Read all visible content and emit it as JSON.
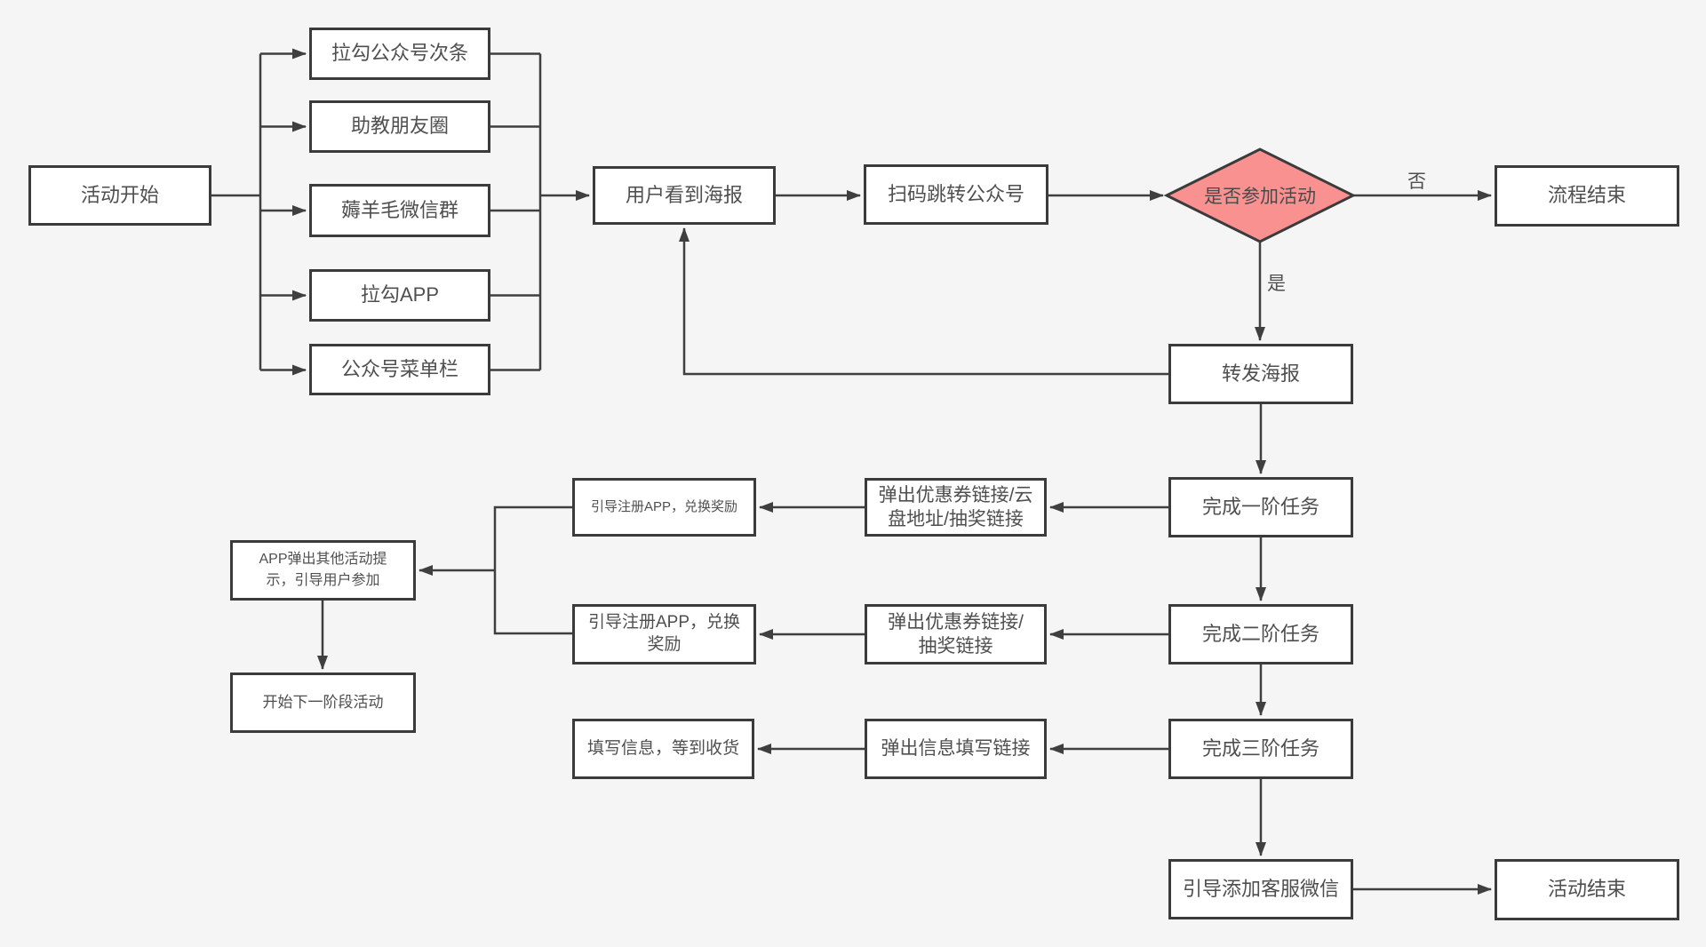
{
  "colors": {
    "background": "#f5f5f6",
    "node_fill": "#ffffff",
    "node_border": "#3b3b3b",
    "line": "#3f3f3f",
    "decision_fill": "#fa9191",
    "text": "#4f4f4f"
  },
  "nodes": {
    "start": {
      "label": "活动开始"
    },
    "src1": {
      "label": "拉勾公众号次条"
    },
    "src2": {
      "label": "助教朋友圈"
    },
    "src3": {
      "label": "薅羊毛微信群"
    },
    "src4": {
      "label": "拉勾APP"
    },
    "src5": {
      "label": "公众号菜单栏"
    },
    "poster": {
      "label": "用户看到海报"
    },
    "scan": {
      "label": "扫码跳转公众号"
    },
    "decision": {
      "label": "是否参加活动"
    },
    "end_flow": {
      "label": "流程结束"
    },
    "forward": {
      "label": "转发海报"
    },
    "task1": {
      "label": "完成一阶任务"
    },
    "task2": {
      "label": "完成二阶任务"
    },
    "task3": {
      "label": "完成三阶任务"
    },
    "coupon1": {
      "label": "弹出优惠券链接/云盘地址/抽奖链接"
    },
    "reward1": {
      "label": "引导注册APP，兑换奖励"
    },
    "coupon2": {
      "label": "弹出优惠券链接/抽奖链接"
    },
    "reward2": {
      "label": "引导注册APP，兑换奖励"
    },
    "infolink": {
      "label": "弹出信息填写链接"
    },
    "fillinfo": {
      "label": "填写信息，等到收货"
    },
    "appprompt": {
      "label": "APP弹出其他活动提示，引导用户参加"
    },
    "nextphase": {
      "label": "开始下一阶段活动"
    },
    "wechat": {
      "label": "引导添加客服微信"
    },
    "end_activity": {
      "label": "活动结束"
    }
  },
  "edge_labels": {
    "no": "否",
    "yes": "是"
  },
  "edges": [
    {
      "from": "start",
      "to": "src1"
    },
    {
      "from": "start",
      "to": "src2"
    },
    {
      "from": "start",
      "to": "src3"
    },
    {
      "from": "start",
      "to": "src4"
    },
    {
      "from": "start",
      "to": "src5"
    },
    {
      "from": "src1",
      "to": "poster"
    },
    {
      "from": "src2",
      "to": "poster"
    },
    {
      "from": "src3",
      "to": "poster"
    },
    {
      "from": "src4",
      "to": "poster"
    },
    {
      "from": "src5",
      "to": "poster"
    },
    {
      "from": "poster",
      "to": "scan"
    },
    {
      "from": "scan",
      "to": "decision"
    },
    {
      "from": "decision",
      "to": "end_flow",
      "label": "否"
    },
    {
      "from": "decision",
      "to": "forward",
      "label": "是"
    },
    {
      "from": "forward",
      "to": "poster"
    },
    {
      "from": "forward",
      "to": "task1"
    },
    {
      "from": "task1",
      "to": "coupon1"
    },
    {
      "from": "coupon1",
      "to": "reward1"
    },
    {
      "from": "task1",
      "to": "task2"
    },
    {
      "from": "task2",
      "to": "coupon2"
    },
    {
      "from": "coupon2",
      "to": "reward2"
    },
    {
      "from": "task2",
      "to": "task3"
    },
    {
      "from": "task3",
      "to": "infolink"
    },
    {
      "from": "infolink",
      "to": "fillinfo"
    },
    {
      "from": "task3",
      "to": "wechat"
    },
    {
      "from": "reward1",
      "to": "appprompt"
    },
    {
      "from": "reward2",
      "to": "appprompt"
    },
    {
      "from": "appprompt",
      "to": "nextphase"
    },
    {
      "from": "wechat",
      "to": "end_activity"
    }
  ]
}
